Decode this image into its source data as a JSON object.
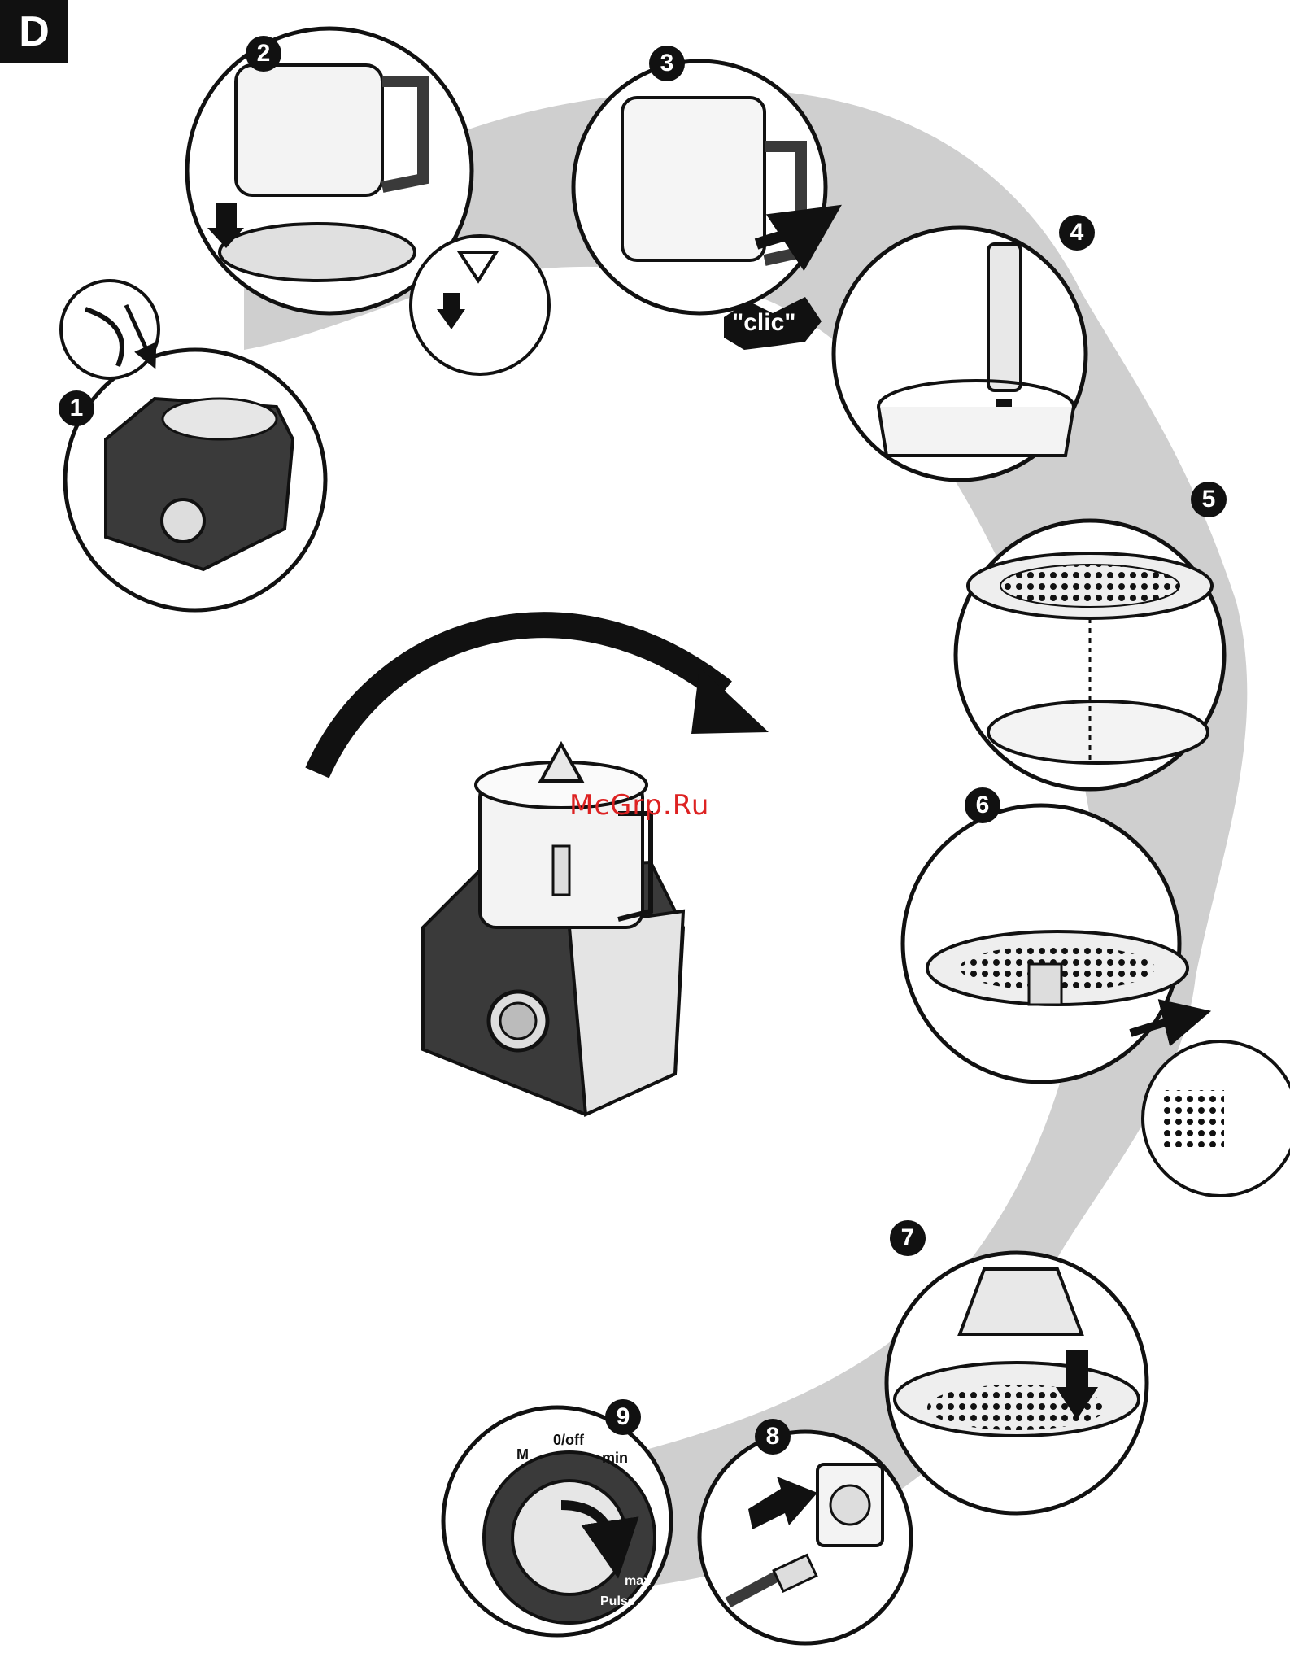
{
  "section": {
    "label": "D"
  },
  "steps": [
    {
      "num": "1"
    },
    {
      "num": "2"
    },
    {
      "num": "3"
    },
    {
      "num": "4"
    },
    {
      "num": "5"
    },
    {
      "num": "6"
    },
    {
      "num": "7"
    },
    {
      "num": "8"
    },
    {
      "num": "9"
    }
  ],
  "sound_label": "\"clic\"",
  "dial": {
    "m": "M",
    "off": "0/off",
    "min": "min",
    "max": "max",
    "pulse": "Pulse"
  },
  "watermark": "McGrp.Ru",
  "icons": [
    "arrow-down-icon",
    "rotate-arrow-icon",
    "triangle-marker-icon",
    "plug-icon",
    "socket-icon",
    "hand-icon"
  ],
  "colors": {
    "ink": "#111111",
    "shadow": "#c8c8c8",
    "metal": "#e6e6e6",
    "watermark": "#dd2222"
  }
}
